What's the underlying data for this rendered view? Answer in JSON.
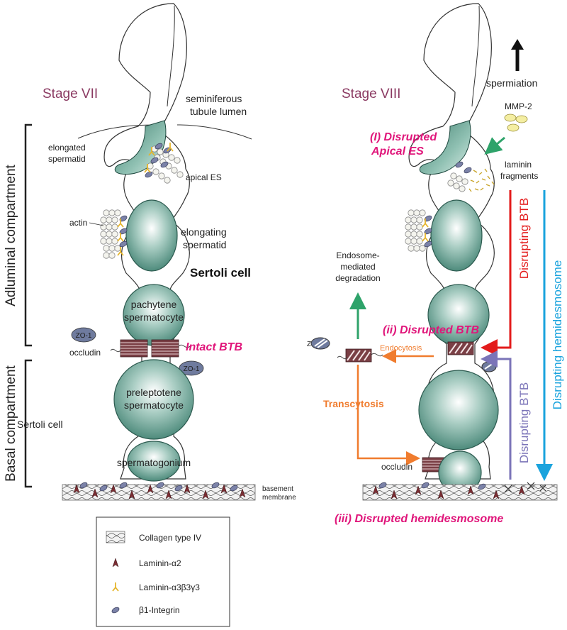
{
  "left_panel": {
    "stage": "Stage VII",
    "lumen_line1": "seminiferous",
    "lumen_line2": "tubule lumen",
    "elongated_line1": "elongated",
    "elongated_line2": "spermatid",
    "apical_es": "apical ES",
    "actin": "actin",
    "elongating_line1": "elongating",
    "elongating_line2": "spermatid",
    "sertoli_bold": "Sertoli cell",
    "pachytene_line1": "pachytene",
    "pachytene_line2": "spermatocyte",
    "zo1_top": "ZO-1",
    "zo1_bottom": "ZO-1",
    "occludin": "occludin",
    "intact_btb": "Intact BTB",
    "preleptotene_line1": "preleptotene",
    "preleptotene_line2": "spermatocyte",
    "sertoli_cell": "Sertoli cell",
    "spermatogonium": "spermatogonium",
    "basement_line1": "basement",
    "basement_line2": "membrane",
    "adluminal": "Adluminal compartment",
    "basal": "Basal compartment"
  },
  "right_panel": {
    "stage": "Stage VIII",
    "spermiation": "spermiation",
    "mmp2": "MMP-2",
    "disrupted_apical_line1": "(I) Disrupted",
    "disrupted_apical_line2": "Apical ES",
    "laminin_line1": "laminin",
    "laminin_line2": "fragments",
    "endosome_line1": "Endosome-",
    "endosome_line2": "mediated",
    "endosome_line3": "degradation",
    "disrupted_btb": "(ii) Disrupted BTB",
    "endocytosis": "Endocytosis",
    "transcytosis": "Transcytosis",
    "occludin": "occludin",
    "disrupted_hemidesmosome": "(iii) Disrupted hemidesmosome",
    "v_disrupting_btb_red": "Disrupting BTB",
    "v_disrupting_btb_purple": "Disrupting BTB",
    "v_disrupting_hemi": "Disrupting hemidesmosome",
    "zo1_partial": "Z"
  },
  "legend": {
    "collagen": "Collagen type IV",
    "laminin_a2": "Laminin-α2",
    "laminin_a3b3g3": "Laminin-α3β3γ3",
    "b1_integrin": "β1-Integrin"
  },
  "colors": {
    "cell_fill": "#5f9e8e",
    "magenta": "#e0157a",
    "orange": "#f07c2e",
    "red": "#e31b1b",
    "purple": "#7b74b8",
    "blue": "#1aa3dd",
    "green": "#2ea36a",
    "stage": "#8b3a62"
  }
}
